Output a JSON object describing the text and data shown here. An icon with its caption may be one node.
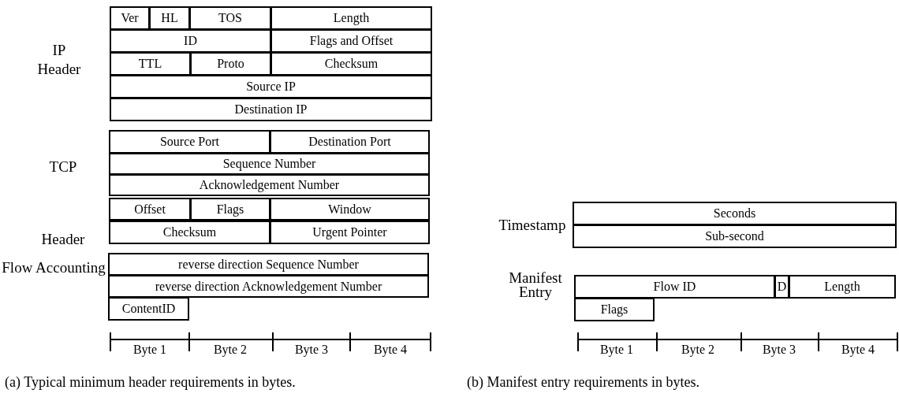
{
  "diagram": {
    "nodes": [
      {
        "text": [
          "Ver"
        ]
      },
      {
        "text": [
          "HL"
        ]
      },
      {
        "text": [
          "TOS"
        ]
      },
      {
        "text": [
          "Length"
        ]
      },
      {
        "text": [
          "ID"
        ]
      },
      {
        "text": [
          "Flags and Offset"
        ]
      },
      {
        "text": [
          "TTL"
        ]
      },
      {
        "text": [
          "Proto"
        ]
      },
      {
        "text": [
          "Checksum"
        ]
      },
      {
        "text": [
          "Source IP"
        ]
      },
      {
        "text": [
          "Destination IP"
        ]
      },
      {
        "text": [
          "Source Port"
        ]
      },
      {
        "text": [
          "Destination Port"
        ]
      },
      {
        "text": [
          "Sequence Number"
        ]
      },
      {
        "text": [
          "Acknowledgement Number"
        ]
      },
      {
        "text": [
          "Offset"
        ]
      },
      {
        "text": [
          "Flags"
        ]
      },
      {
        "text": [
          "Window"
        ]
      },
      {
        "text": [
          "Checksum"
        ]
      },
      {
        "text": [
          "Urgent Pointer"
        ]
      },
      {
        "text": [
          "reverse direction Sequence Number"
        ]
      },
      {
        "text": [
          "reverse direction Acknowledgement Number"
        ]
      },
      {
        "text": [
          "ContentID"
        ]
      },
      {
        "text": [
          "Seconds"
        ]
      },
      {
        "text": [
          "Sub-second"
        ]
      },
      {
        "text": [
          "Flow ID"
        ]
      },
      {
        "text": [
          "D"
        ]
      },
      {
        "text": [
          "Length"
        ]
      },
      {
        "text": [
          "Flags"
        ]
      }
    ],
    "labels": [
      "IP Header",
      "TCP Header",
      "Flow Accounting",
      "Byte 1",
      "Byte 2",
      "Byte 3",
      "Byte 4",
      "(a) Typical minimum header requirements in bytes.",
      "Timestamp",
      "Manifest Entry",
      "Byte 1",
      "Byte 2",
      "Byte 3",
      "Byte 4",
      "(b) Manifest entry requirements in bytes."
    ]
  }
}
